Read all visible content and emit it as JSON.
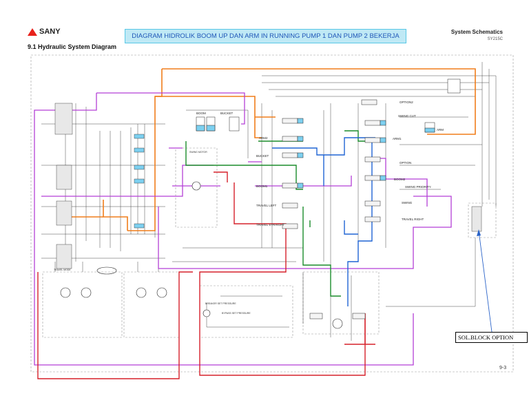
{
  "header": {
    "brand": "SANY",
    "section_title": "9.1  Hydraulic System Diagram",
    "banner": "DIAGRAM HIDROLIK BOOM UP DAN ARM IN RUNNING PUMP 1 DAN PUMP 2 BEKERJA",
    "doc_title": "System Schematics",
    "doc_model": "SY215C"
  },
  "annotation": {
    "label": "SOL.BLOCK OPTION"
  },
  "page_number": "9-3",
  "valve_labels": {
    "boom_cyl": "BOOM",
    "bucket_cyl": "BUCKET",
    "arm2": "ARM2",
    "bucket": "BUCKET",
    "boom1": "BOOM1",
    "travel_left": "TRAVEL LEFT",
    "travel_straight": "TRAVEL STRAIGHT",
    "option2": "OPTION2",
    "swing_cut": "SWING CUT",
    "arm_cyl": "ARM",
    "arm1": "ARM1",
    "option": "OPTION",
    "boom2": "BOOM2",
    "swing_priority": "SWING PRIORITY",
    "swing": "SWING",
    "travel_right": "TRAVEL RIGHT",
    "swing_motor": "SWING MOTOR",
    "travel_mode": "TRAVEL MODE",
    "breaker_set_pressure": "BREAKER SET PRESSURE",
    "bypass_set_pressure": "BYPASS SET PRESSURE"
  },
  "colors": {
    "circuit_orange": "#f07d1a",
    "circuit_purple": "#b43fd6",
    "circuit_green": "#1a8c2a",
    "circuit_blue": "#1f64d4",
    "circuit_red": "#d6202a",
    "callout_arrow": "#2a63c8",
    "banner_fill": "#bfe9f5"
  }
}
